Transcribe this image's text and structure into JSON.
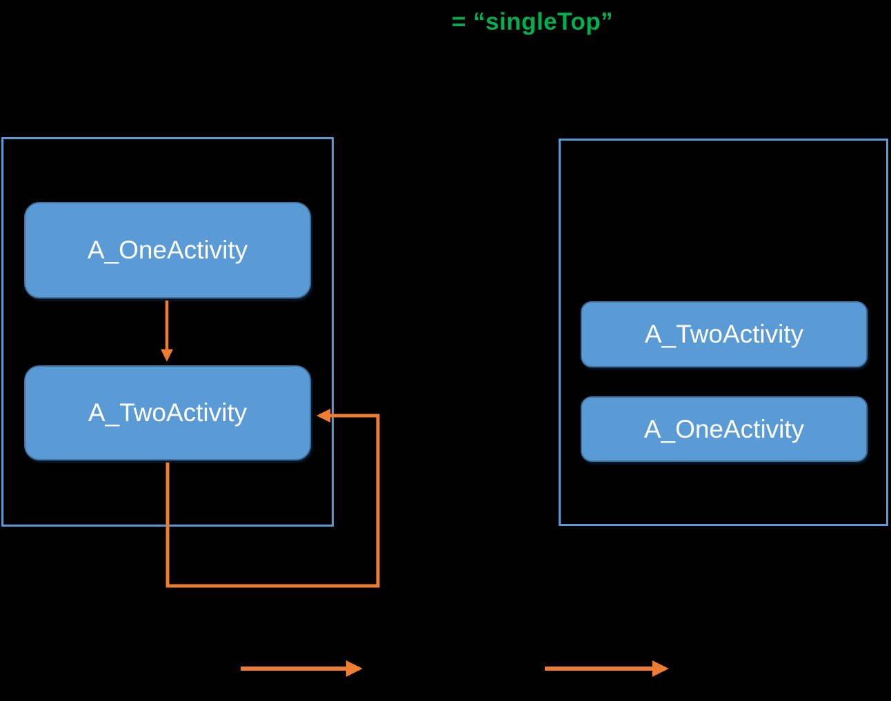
{
  "title": {
    "text": "= “singleTop”"
  },
  "colors": {
    "background": "#000000",
    "panel_border": "#5B9BD5",
    "activity_fill": "#5B9BD5",
    "activity_border": "#41719C",
    "activity_text": "#FFFFFF",
    "arrow": "#ED7D31",
    "title_green": "#00B050"
  },
  "left_stack": {
    "activities": [
      {
        "label": "A_OneActivity"
      },
      {
        "label": "A_TwoActivity"
      }
    ]
  },
  "right_stack": {
    "activities": [
      {
        "label": "A_TwoActivity"
      },
      {
        "label": "A_OneActivity"
      }
    ]
  }
}
